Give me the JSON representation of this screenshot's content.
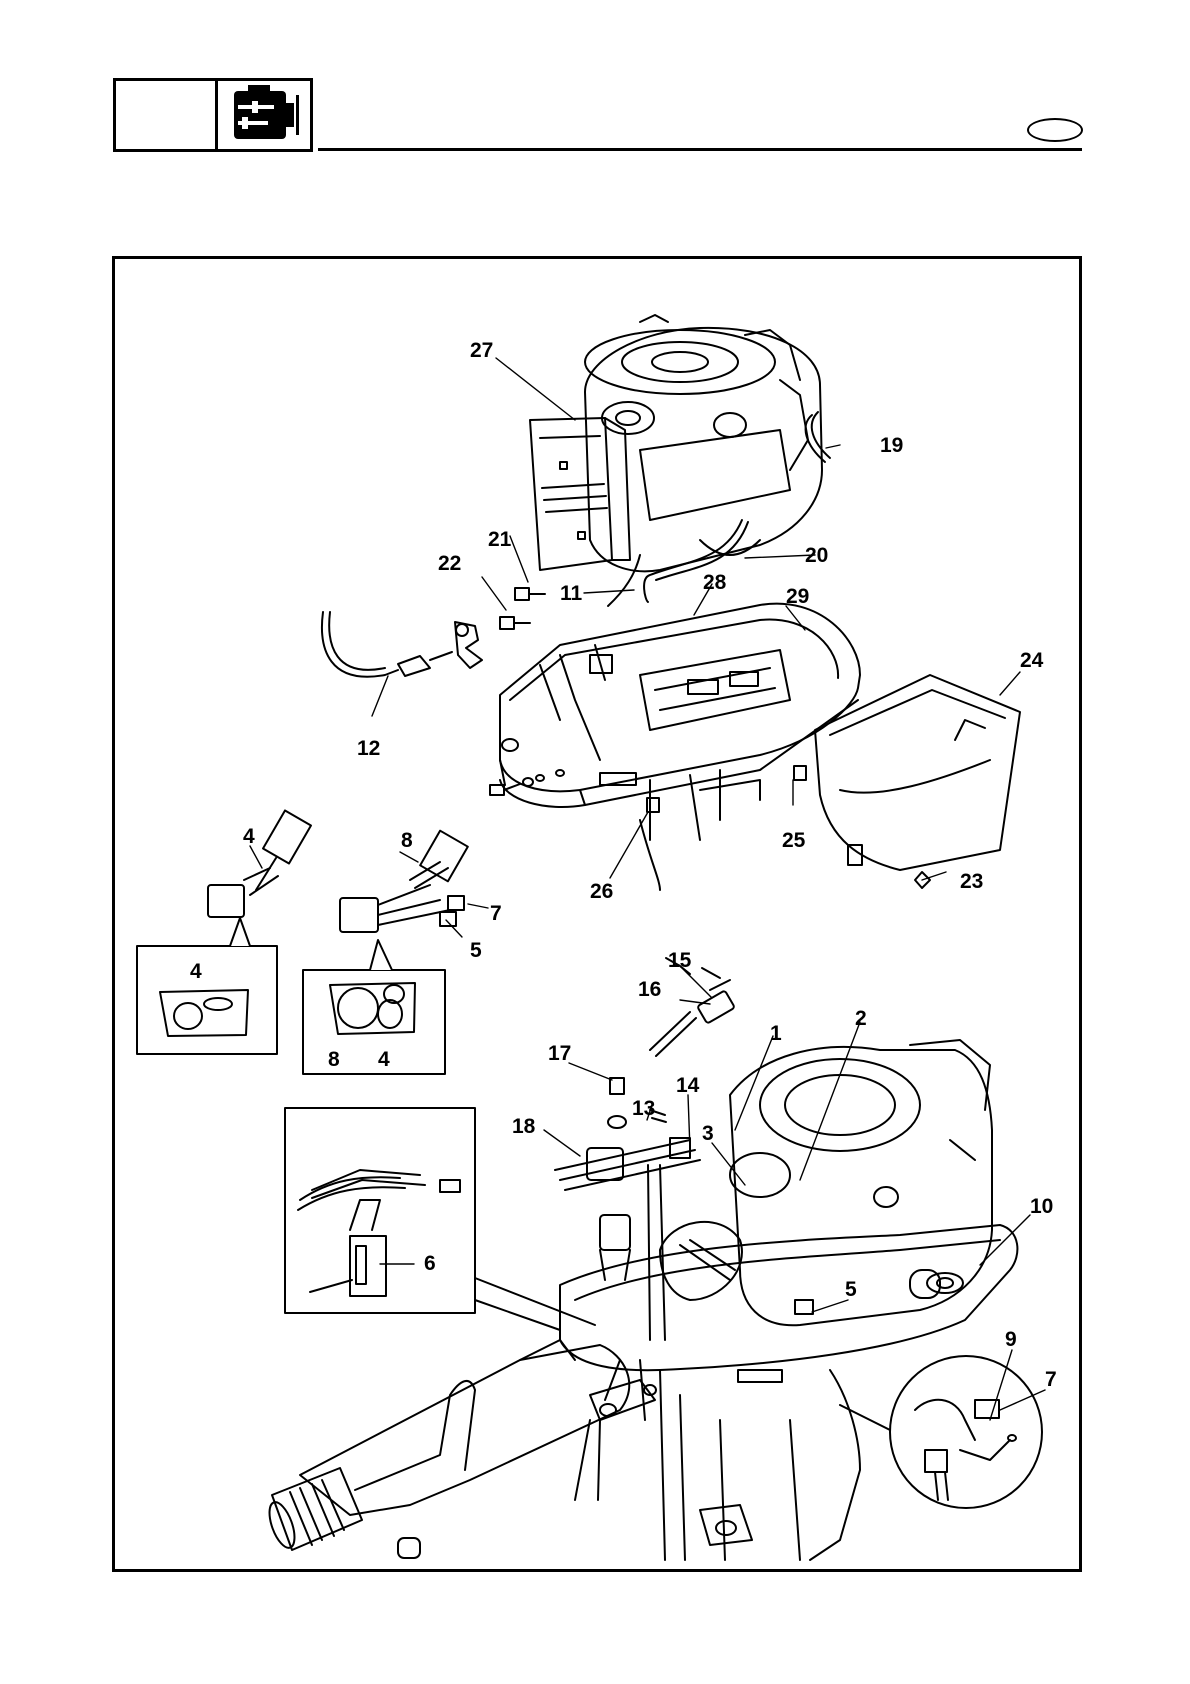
{
  "header": {
    "icon": "engine-electrical-icon",
    "language_badge": ""
  },
  "callouts": [
    {
      "id": "c1",
      "num": "1"
    },
    {
      "id": "c2",
      "num": "2"
    },
    {
      "id": "c3",
      "num": "3"
    },
    {
      "id": "c4a",
      "num": "4"
    },
    {
      "id": "c4b",
      "num": "4"
    },
    {
      "id": "c4c",
      "num": "4"
    },
    {
      "id": "c5a",
      "num": "5"
    },
    {
      "id": "c5b",
      "num": "5"
    },
    {
      "id": "c6",
      "num": "6"
    },
    {
      "id": "c7a",
      "num": "7"
    },
    {
      "id": "c7b",
      "num": "7"
    },
    {
      "id": "c8a",
      "num": "8"
    },
    {
      "id": "c8b",
      "num": "8"
    },
    {
      "id": "c9",
      "num": "9"
    },
    {
      "id": "c10",
      "num": "10"
    },
    {
      "id": "c11",
      "num": "11"
    },
    {
      "id": "c12",
      "num": "12"
    },
    {
      "id": "c13",
      "num": "13"
    },
    {
      "id": "c14",
      "num": "14"
    },
    {
      "id": "c15",
      "num": "15"
    },
    {
      "id": "c16",
      "num": "16"
    },
    {
      "id": "c17",
      "num": "17"
    },
    {
      "id": "c18",
      "num": "18"
    },
    {
      "id": "c19",
      "num": "19"
    },
    {
      "id": "c20",
      "num": "20"
    },
    {
      "id": "c21",
      "num": "21"
    },
    {
      "id": "c22",
      "num": "22"
    },
    {
      "id": "c23",
      "num": "23"
    },
    {
      "id": "c24",
      "num": "24"
    },
    {
      "id": "c25",
      "num": "25"
    },
    {
      "id": "c26",
      "num": "26"
    },
    {
      "id": "c27",
      "num": "27"
    },
    {
      "id": "c28",
      "num": "28"
    },
    {
      "id": "c29",
      "num": "29"
    }
  ]
}
